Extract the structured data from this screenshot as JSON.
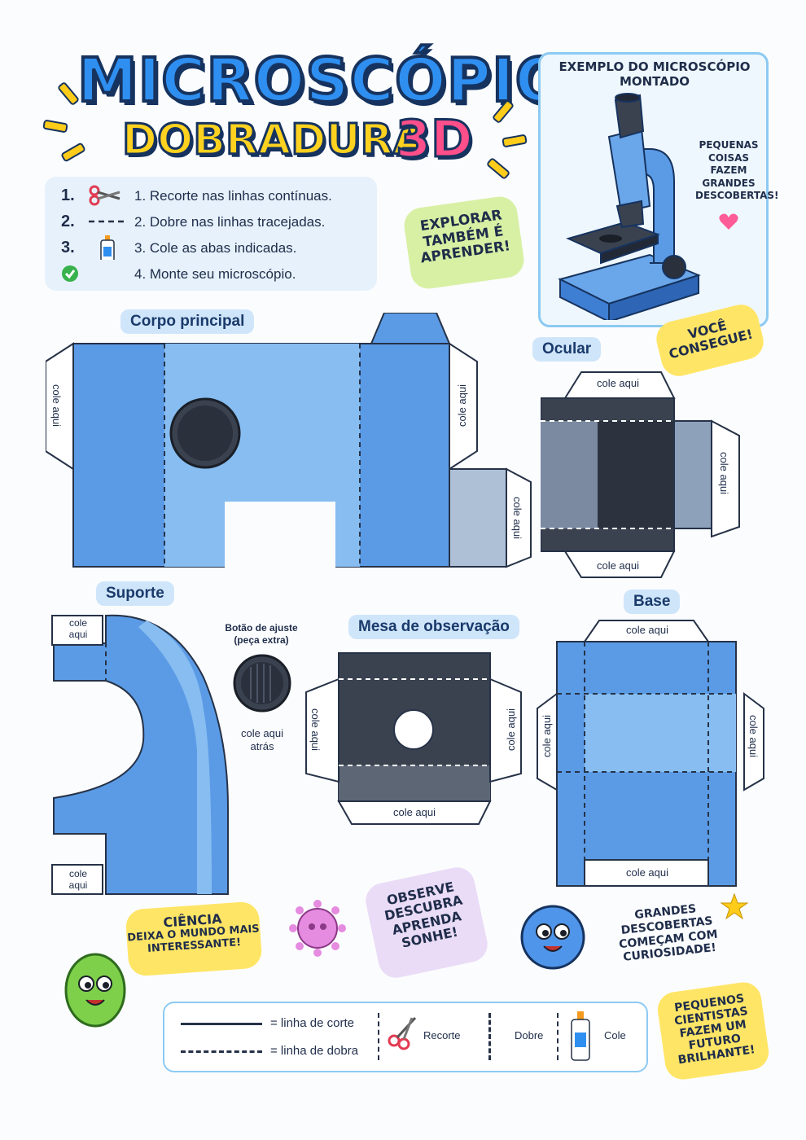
{
  "title": {
    "line1": "MICROSCÓPIO",
    "line2": "DOBRADURA",
    "line3": "3D"
  },
  "steps": [
    {
      "num": "1.",
      "text": "1. Recorte nas linhas contínuas.",
      "icon": "scissors-icon"
    },
    {
      "num": "2.",
      "text": "2. Dobre nas linhas tracejadas.",
      "icon": "dashed-line-icon"
    },
    {
      "num": "3.",
      "text": "3. Cole as abas indicadas.",
      "icon": "glue-icon"
    },
    {
      "num": "✔",
      "text": "4. Monte seu microscópio.",
      "icon": "check-icon"
    }
  ],
  "bubbles": {
    "explorar": "EXPLORAR TAMBÉM É APRENDER!",
    "voce": "VOCÊ CONSEGUE!",
    "ciencia_title": "CIÊNCIA",
    "ciencia_text": "DEIXA O MUNDO MAIS INTERESSANTE!",
    "observe": "OBSERVE DESCUBRA APRENDA SONHE!",
    "grandes": "GRANDES DESCOBERTAS COMEÇAM COM CURIOSIDADE!",
    "pequenos": "PEQUENOS CIENTISTAS FAZEM UM FUTURO BRILHANTE!"
  },
  "example": {
    "title": "EXEMPLO DO MICROSCÓPIO MONTADO",
    "side_text": "PEQUENAS COISAS FAZEM GRANDES DESCOBERTAS!"
  },
  "pieces": {
    "corpo": "Corpo principal",
    "ocular": "Ocular",
    "suporte": "Suporte",
    "botao": "Botão de ajuste (peça extra)",
    "botao_note": "cole aqui atrás",
    "mesa": "Mesa de observação",
    "base": "Base"
  },
  "tab_labels": {
    "cole_aqui": "cole aqui",
    "cole": "cole",
    "aqui": "aqui"
  },
  "legend": {
    "cut_line": "= linha de corte",
    "fold_line": "= linha de dobra",
    "recorte": "Recorte",
    "dobre": "Dobre",
    "cole": "Cole"
  },
  "colors": {
    "blue": "#5b9be6",
    "light_blue": "#87bdf0",
    "dark": "#3a4250",
    "yellow": "#ffe566",
    "green_bubble": "#d8f0a4",
    "purple_bubble": "#eadcf6"
  }
}
